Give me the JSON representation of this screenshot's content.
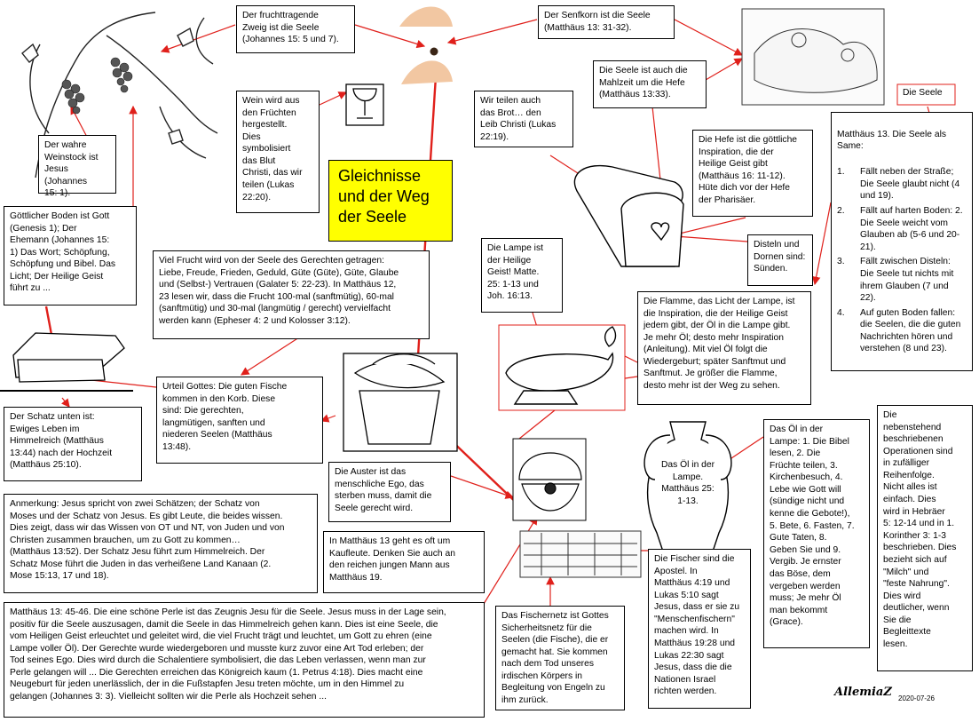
{
  "title": "Gleichnisse\nund der Weg\nder Seele",
  "boxes": {
    "zweig": "Der fruchttragende\nZweig ist die Seele\n(Johannes 15: 5 und 7).",
    "senfkorn": "Der Senfkorn ist die Seele\n(Matthäus 13: 31-32).",
    "mahlzeit": "Die Seele ist auch die\nMahlzeit um die Hefe\n(Matthäus 13:33).",
    "die_seele": "Die Seele",
    "weinstock": "Der wahre\nWeinstock ist\nJesus (Johannes\n15: 1).",
    "wein": "Wein wird aus\nden Früchten\nhergestellt.\nDies\nsymbolisiert\ndas Blut\nChristi, das wir\nteilen (Lukas\n22:20).",
    "brot": "Wir teilen auch\ndas Brot… den\nLeib Christi (Lukas\n22:19).",
    "hefe": "Die Hefe ist die göttliche\nInspiration, die der\nHeilige Geist gibt\n(Matthäus 16: 11-12).\nHüte dich vor der Hefe\nder Pharisäer.",
    "boden": "Göttlicher Boden ist Gott\n(Genesis 1); Der\nEhemann (Johannes 15:\n1) Das Wort; Schöpfung,\nSchöpfung und Bibel. Das\nLicht; Der Heilige Geist\nführt zu ...",
    "frucht": "Viel Frucht wird von der Seele des Gerechten getragen:\nLiebe, Freude, Frieden, Geduld, Güte (Güte), Güte, Glaube\nund (Selbst-) Vertrauen (Galater 5: 22-23). In Matthäus 12,\n23 lesen wir, dass die Frucht 100-mal (sanftmütig), 60-mal\n(sanftmütig) und 30-mal (langmütig / gerecht) vervielfacht\nwerden kann (Epheser 4: 2 und Kolosser 3:12).",
    "lampe": "Die Lampe ist\nder Heilige\nGeist! Matte.\n25: 1-13 und\nJoh. 16:13.",
    "disteln": "Disteln und\nDornen sind:\nSünden.",
    "flamme": "Die Flamme, das Licht der Lampe, ist\ndie Inspiration, die der Heilige Geist\njedem gibt, der Öl in die Lampe gibt.\nJe mehr Öl; desto mehr Inspiration\n(Anleitung). Mit viel Öl folgt die\nWiedergeburt; später Sanftmut und\nSanftmut. Je größer die Flamme,\ndesto mehr ist der Weg zu sehen.",
    "urteil": "Urteil Gottes: Die guten Fische\nkommen in den Korb. Diese\nsind: Die gerechten,\nlangmütigen, sanften und\nniederen Seelen (Matthäus\n13:48).",
    "schatz": "Der Schatz unten ist:\nEwiges Leben im\nHimmelreich (Matthäus\n13:44) nach der Hochzeit\n(Matthäus 25:10).",
    "auster": "Die Auster ist das\nmenschliche Ego, das\nsterben muss, damit die\nSeele gerecht wird.",
    "oel_vase": "Das Öl in der\nLampe.\nMatthäus 25:\n1-13.",
    "anmerkung": "Anmerkung: Jesus spricht von zwei Schätzen; der Schatz von\nMoses und der Schatz von Jesus. Es gibt Leute, die beides wissen.\nDies zeigt, dass wir das Wissen von OT und NT, von Juden und von\nChristen zusammen brauchen,  um zu Gott zu kommen…\n(Matthäus 13:52). Der Schatz Jesu führt zum Himmelreich. Der\nSchatz Mose führt die Juden in das verheißene Land Kanaan (2.\nMose 15:13, 17 und 18).",
    "mt13_jung": "In Matthäus 13 geht es oft um\nKaufleute. Denken Sie auch an\nden reichen jungen Mann aus\nMatthäus 19.",
    "perle": "Matthäus 13: 45-46. Die eine schöne Perle ist das Zeugnis Jesu für die Seele. Jesus muss in der Lage sein,\npositiv für die Seele auszusagen, damit die Seele in das Himmelreich gehen kann. Dies ist eine Seele, die\nvom Heiligen Geist erleuchtet und geleitet wird, die viel Frucht trägt und leuchtet, um Gott zu ehren (eine\nLampe voller Öl). Der Gerechte wurde wiedergeboren und musste kurz zuvor eine Art Tod erleben; der\nTod seines Ego. Dies wird durch die Schalentiere symbolisiert, die das Leben verlassen, wenn man zur\nPerle gelangen will ... Die Gerechten erreichen das Königreich kaum (1. Petrus 4:18). Dies macht eine\nNeugeburt für jeden unerlässlich, der in die Fußstapfen Jesu treten möchte, um in den Himmel zu\ngelangen (Johannes 3: 3). Vielleicht sollten wir die Perle als Hochzeit sehen ...",
    "fischernetz": "Das Fischernetz ist Gottes\nSicherheitsnetz für die\nSeelen (die Fische), die er\ngemacht hat. Sie kommen\nnach dem Tod unseres\nirdischen Körpers in\nBegleitung von Engeln zu\nihm zurück.",
    "fischer": "Die Fischer sind die\nApostel. In\nMatthäus 4:19 und\nLukas 5:10 sagt\nJesus, dass er sie zu\n\"Menschenfischern\"\nmachen wird. In\nMatthäus 19:28 und\nLukas 22:30 sagt\nJesus, dass die die\nNationen Israel\nrichten werden.",
    "oel_bibel": "Das Öl in der\nLampe: 1. Die Bibel\nlesen, 2. Die\nFrüchte teilen, 3.\nKirchenbesuch, 4.\nLebe wie Gott will\n(sündige nicht und\nkenne die Gebote!),\n5. Bete, 6. Fasten, 7.\nGute Taten, 8.\nGeben Sie und 9.\nVergib. Je ernster\ndas Böse, dem\nvergeben werden\nmuss; Je mehr Öl\nman bekommt\n(Grace).",
    "operationen": "Die\nnebenstehend\nbeschriebenen\nOperationen sind\nin zufälliger\nReihenfolge.\nNicht alles ist\neinfach. Dies\nwird in Hebräer\n5: 12-14 und in 1.\nKorinther 3: 1-3\nbeschrieben. Dies\nbezieht sich auf\n\"Milch\" und\n\"feste Nahrung\".\nDies wird\ndeutlicher, wenn\nSie die\nBegleittexte\nlesen."
  },
  "saeer": {
    "heading": "Matthäus 13. Die Seele als\nSame:",
    "items": [
      {
        "num": "1.",
        "text": "Fällt neben der Straße; Die Seele glaubt nicht (4 und 19)."
      },
      {
        "num": "2.",
        "text": "Fällt auf harten Boden:  2. Die Seele weicht vom Glauben ab (5-6 und 20-21)."
      },
      {
        "num": "3.",
        "text": "Fällt zwischen Disteln: Die Seele tut nichts mit ihrem Glauben (7 und 22)."
      },
      {
        "num": "4.",
        "text": "Auf guten Boden fallen: die Seelen, die die guten Nachrichten hören und verstehen (8 und 23)."
      }
    ]
  },
  "signature": "AllemiaZ",
  "date": "2020-07-26",
  "colors": {
    "accent": "#e0201b",
    "title_bg": "#ffff00"
  }
}
